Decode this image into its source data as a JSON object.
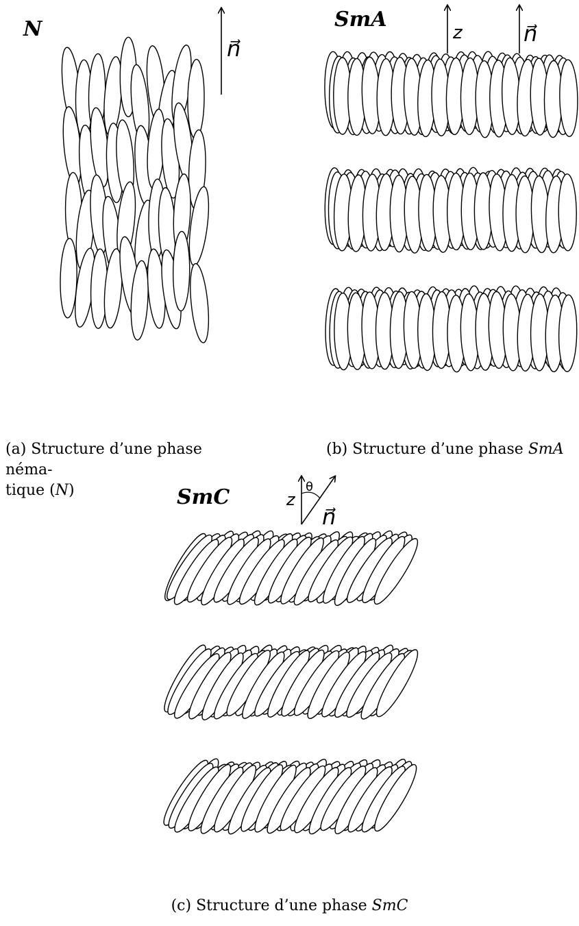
{
  "panels": {
    "a": {
      "phase_label": "N",
      "director_label": "n⃗",
      "caption_prefix": "(a) Structure d’une phase néma-",
      "caption_suffix_pre": "tique (",
      "caption_symbol": "N",
      "caption_suffix_post": ")"
    },
    "b": {
      "phase_label": "SmA",
      "axis_label": "z",
      "director_label": "n⃗",
      "caption_prefix": "(b) Structure d’une phase ",
      "caption_symbol": "SmA"
    },
    "c": {
      "phase_label": "SmC",
      "axis_label": "z",
      "angle_label": "θ",
      "director_label": "n⃗",
      "caption_prefix": "(c) Structure d’une phase ",
      "caption_symbol": "SmC"
    }
  },
  "colors": {
    "stroke": "#000000",
    "fill": "#ffffff"
  }
}
